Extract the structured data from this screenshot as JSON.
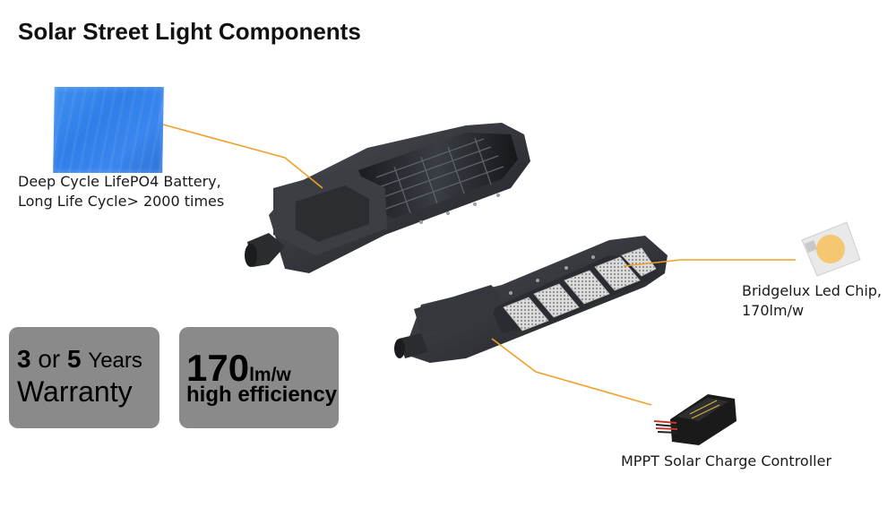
{
  "title": "Solar Street Light Components",
  "components": {
    "battery": {
      "line1": "Deep Cycle LifePO4 Battery,",
      "line2": "Long Life Cycle> 2000 times"
    },
    "led_chip": {
      "line1": "Bridgelux Led Chip,",
      "line2": "170lm/w"
    },
    "controller": {
      "label": "MPPT Solar Charge Controller"
    }
  },
  "warranty_badge": {
    "num1": "3",
    "word_or": "or",
    "num2": "5",
    "years": "Years",
    "label": "Warranty"
  },
  "efficiency_badge": {
    "value": "170",
    "unit": "lm/w",
    "label": "high efficiency"
  },
  "colors": {
    "leader_line": "#f0a02a",
    "badge_bg": "#8a8a8a",
    "battery_blue": "#3a86ee"
  }
}
